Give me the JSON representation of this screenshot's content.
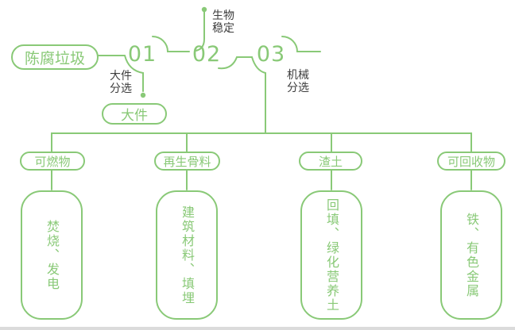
{
  "diagram": {
    "title_hint": "waste-treatment-flow",
    "source": {
      "label": "陈腐垃圾"
    },
    "steps": [
      {
        "number": "01",
        "process": "大件\n分选",
        "output": "大件"
      },
      {
        "number": "02",
        "process": "生物\n稳定"
      },
      {
        "number": "03",
        "process": "机械\n分选"
      }
    ],
    "branches": [
      {
        "category": "可燃物",
        "result": "焚烧、发电"
      },
      {
        "category": "再生骨料",
        "result": "建筑材料、填埋"
      },
      {
        "category": "渣土",
        "result": "回填、绿化营养土"
      },
      {
        "category": "可回收物",
        "result": "铁、有色金属"
      }
    ],
    "colors": {
      "green": "#89C977",
      "dark_text": "#3D3D3D",
      "page_edge": "#DBDBDB"
    }
  }
}
